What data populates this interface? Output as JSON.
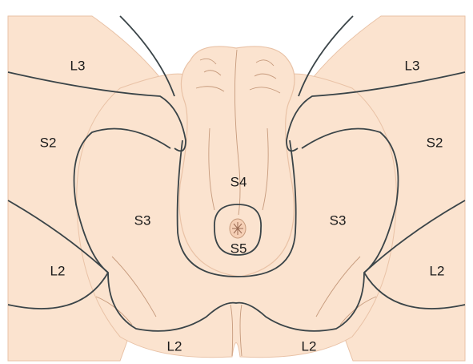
{
  "colors": {
    "skin": "#fbe3cf",
    "skin_shadow": "#e9c2a6",
    "contour": "#3a4448",
    "detail": "#c69a7c"
  },
  "regions": {
    "l3_left": "L3",
    "l3_right": "L3",
    "s2_left": "S2",
    "s2_right": "S2",
    "s3_left": "S3",
    "s3_right": "S3",
    "s4": "S4",
    "s5": "S5",
    "l2_left": "L2",
    "l2_right": "L2",
    "l2_bottom_left": "L2",
    "l2_bottom_right": "L2"
  }
}
